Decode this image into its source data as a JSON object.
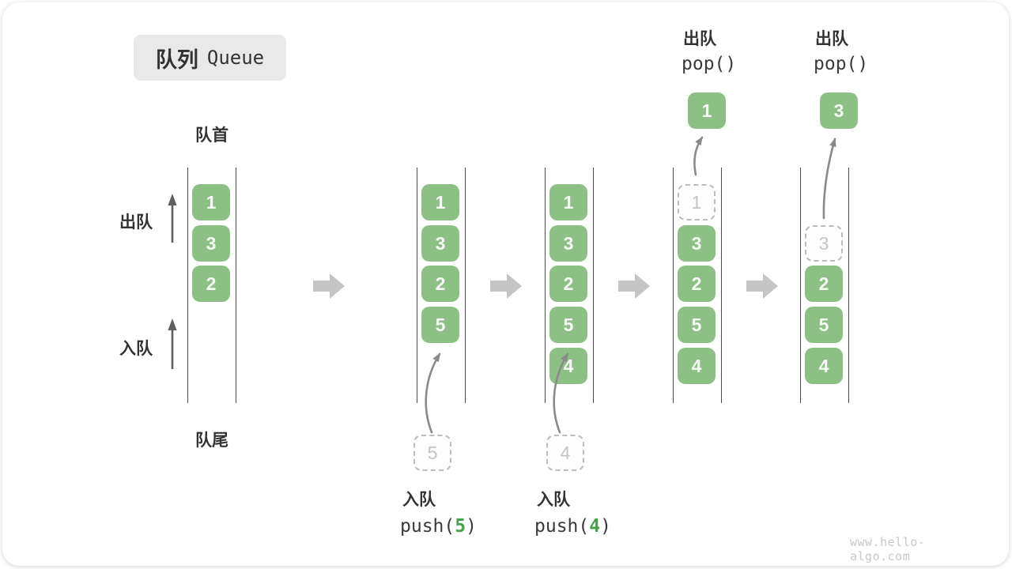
{
  "title": {
    "zh": "队列",
    "en": "Queue"
  },
  "side_labels": {
    "front": "队首",
    "rear": "队尾",
    "dequeue": "出队",
    "enqueue": "入队"
  },
  "colors": {
    "green": "#8dc084",
    "code_green": "#47a04b",
    "step_arrow_gray": "#c5c5c5",
    "flow_arrow_gray": "#8a8a8a"
  },
  "states": [
    {
      "cells": [
        {
          "v": "1"
        },
        {
          "v": "3"
        },
        {
          "v": "2"
        }
      ]
    },
    {
      "cells": [
        {
          "v": "1"
        },
        {
          "v": "3"
        },
        {
          "v": "2"
        },
        {
          "v": "5"
        }
      ],
      "incoming": {
        "v": "5"
      },
      "op": {
        "label": "入队",
        "code_pre": "push(",
        "code_arg": "5",
        "code_post": ")"
      }
    },
    {
      "cells": [
        {
          "v": "1"
        },
        {
          "v": "3"
        },
        {
          "v": "2"
        },
        {
          "v": "5"
        },
        {
          "v": "4"
        }
      ],
      "incoming": {
        "v": "4"
      },
      "op": {
        "label": "入队",
        "code_pre": "push(",
        "code_arg": "4",
        "code_post": ")"
      }
    },
    {
      "ghost": {
        "v": "1"
      },
      "cells": [
        {
          "v": "3"
        },
        {
          "v": "2"
        },
        {
          "v": "5"
        },
        {
          "v": "4"
        }
      ],
      "popped": {
        "v": "1"
      },
      "op": {
        "label": "出队",
        "code": "pop()"
      }
    },
    {
      "ghost": {
        "v": "3"
      },
      "cells": [
        {
          "v": "2"
        },
        {
          "v": "5"
        },
        {
          "v": "4"
        }
      ],
      "popped": {
        "v": "3"
      },
      "op": {
        "label": "出队",
        "code": "pop()"
      }
    }
  ],
  "watermark": "www.hello-algo.com"
}
